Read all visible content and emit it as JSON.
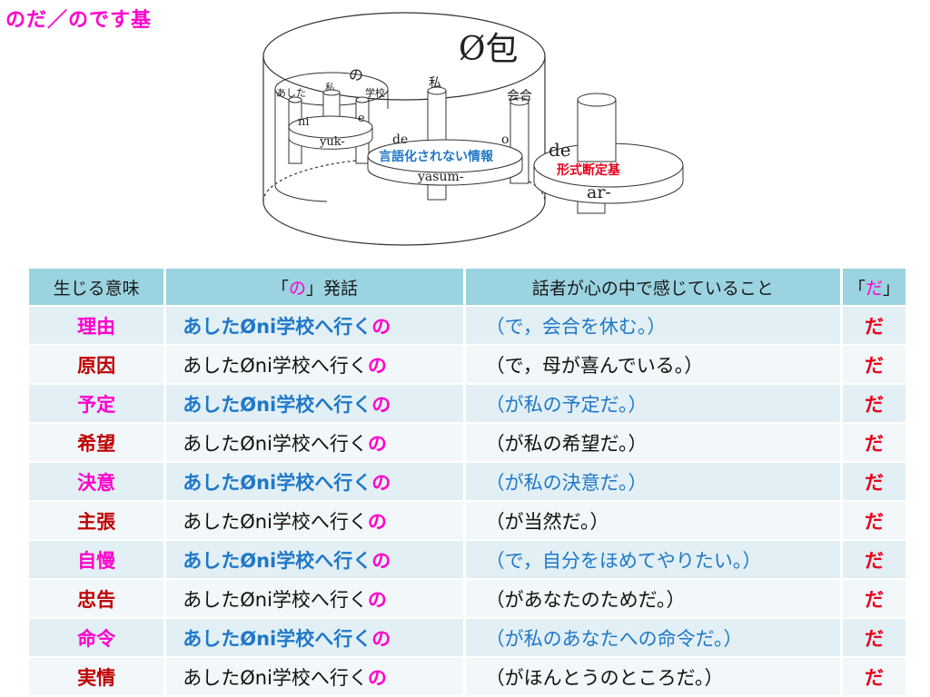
{
  "slide_title": "のだ／のです基",
  "diagram": {
    "outer_label": "Ø包",
    "left_cylinder_label": "の",
    "words": [
      "あした",
      "私",
      "学校",
      "私",
      "会合"
    ],
    "particles": {
      "ni": "ni",
      "e": "e",
      "de": "de",
      "o": "o",
      "de2": "de"
    },
    "verbs": {
      "yuk": "yuk-",
      "yasum": "yasum-",
      "ar": "ar-"
    },
    "unverbalized_info": "言語化されない情報",
    "formal_judgment": "形式断定基"
  },
  "table": {
    "headers": {
      "meaning": "生じる意味",
      "utterance_open": "「",
      "utterance_no": "の",
      "utterance_close": "」発話",
      "feeling": "話者が心の中で感じていること",
      "copula_open": "「",
      "copula_da": "だ",
      "copula_close": "」"
    },
    "stem": "あしたØni学校へ行く",
    "nominalizer": "の",
    "copula": "だ",
    "rows": [
      {
        "meaning": "理由",
        "feeling": "（で，会合を休む。）"
      },
      {
        "meaning": "原因",
        "feeling": "（で，母が喜んでいる。）"
      },
      {
        "meaning": "予定",
        "feeling": "（が私の予定だ。）"
      },
      {
        "meaning": "希望",
        "feeling": "（が私の希望だ。）"
      },
      {
        "meaning": "決意",
        "feeling": "（が私の決意だ。）"
      },
      {
        "meaning": "主張",
        "feeling": "（が当然だ。）"
      },
      {
        "meaning": "自慢",
        "feeling": "（で，自分をほめてやりたい。）"
      },
      {
        "meaning": "忠告",
        "feeling": "（があなたのためだ。）"
      },
      {
        "meaning": "命令",
        "feeling": "（が私のあなたへの命令だ。）"
      },
      {
        "meaning": "実情",
        "feeling": "（がほんとうのところだ。）"
      }
    ]
  }
}
